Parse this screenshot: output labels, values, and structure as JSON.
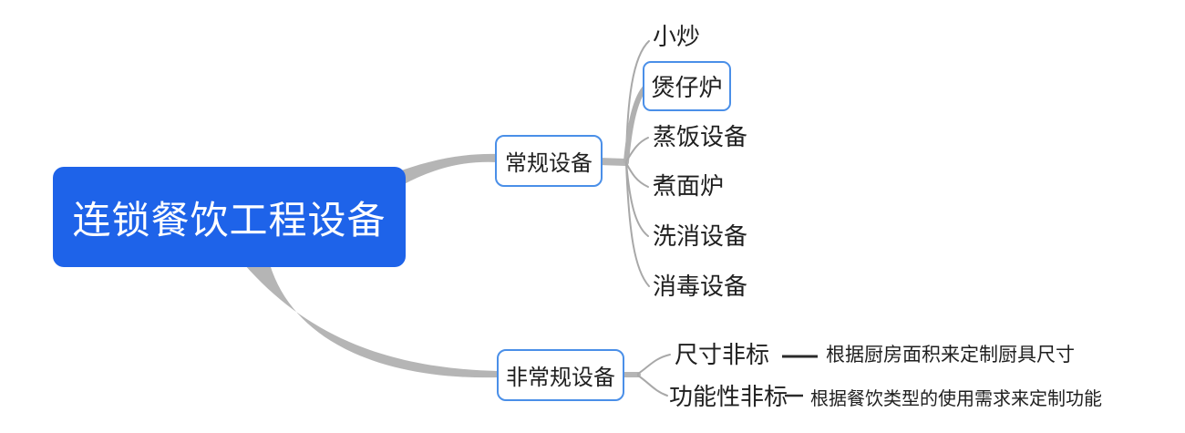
{
  "mindmap": {
    "root": {
      "label": "连锁餐饮工程设备"
    },
    "branches": [
      {
        "label": "常规设备",
        "children": [
          {
            "label": "小炒"
          },
          {
            "label": "煲仔炉"
          },
          {
            "label": "蒸饭设备"
          },
          {
            "label": "煮面炉"
          },
          {
            "label": "洗消设备"
          },
          {
            "label": "消毒设备"
          }
        ]
      },
      {
        "label": "非常规设备",
        "children": [
          {
            "label": "尺寸非标",
            "note": "根据厨房面积来定制厨具尺寸"
          },
          {
            "label": "功能性非标",
            "note": "根据餐饮类型的使用需求来定制功能"
          }
        ]
      }
    ],
    "colors": {
      "root_bg": "#1E63E9",
      "root_text": "#FFFFFF",
      "node_border": "#4A8FE8",
      "connector_thick": "#B5B5B5",
      "connector_thin": "#A8A8A8",
      "text": "#1F1F1F"
    }
  }
}
